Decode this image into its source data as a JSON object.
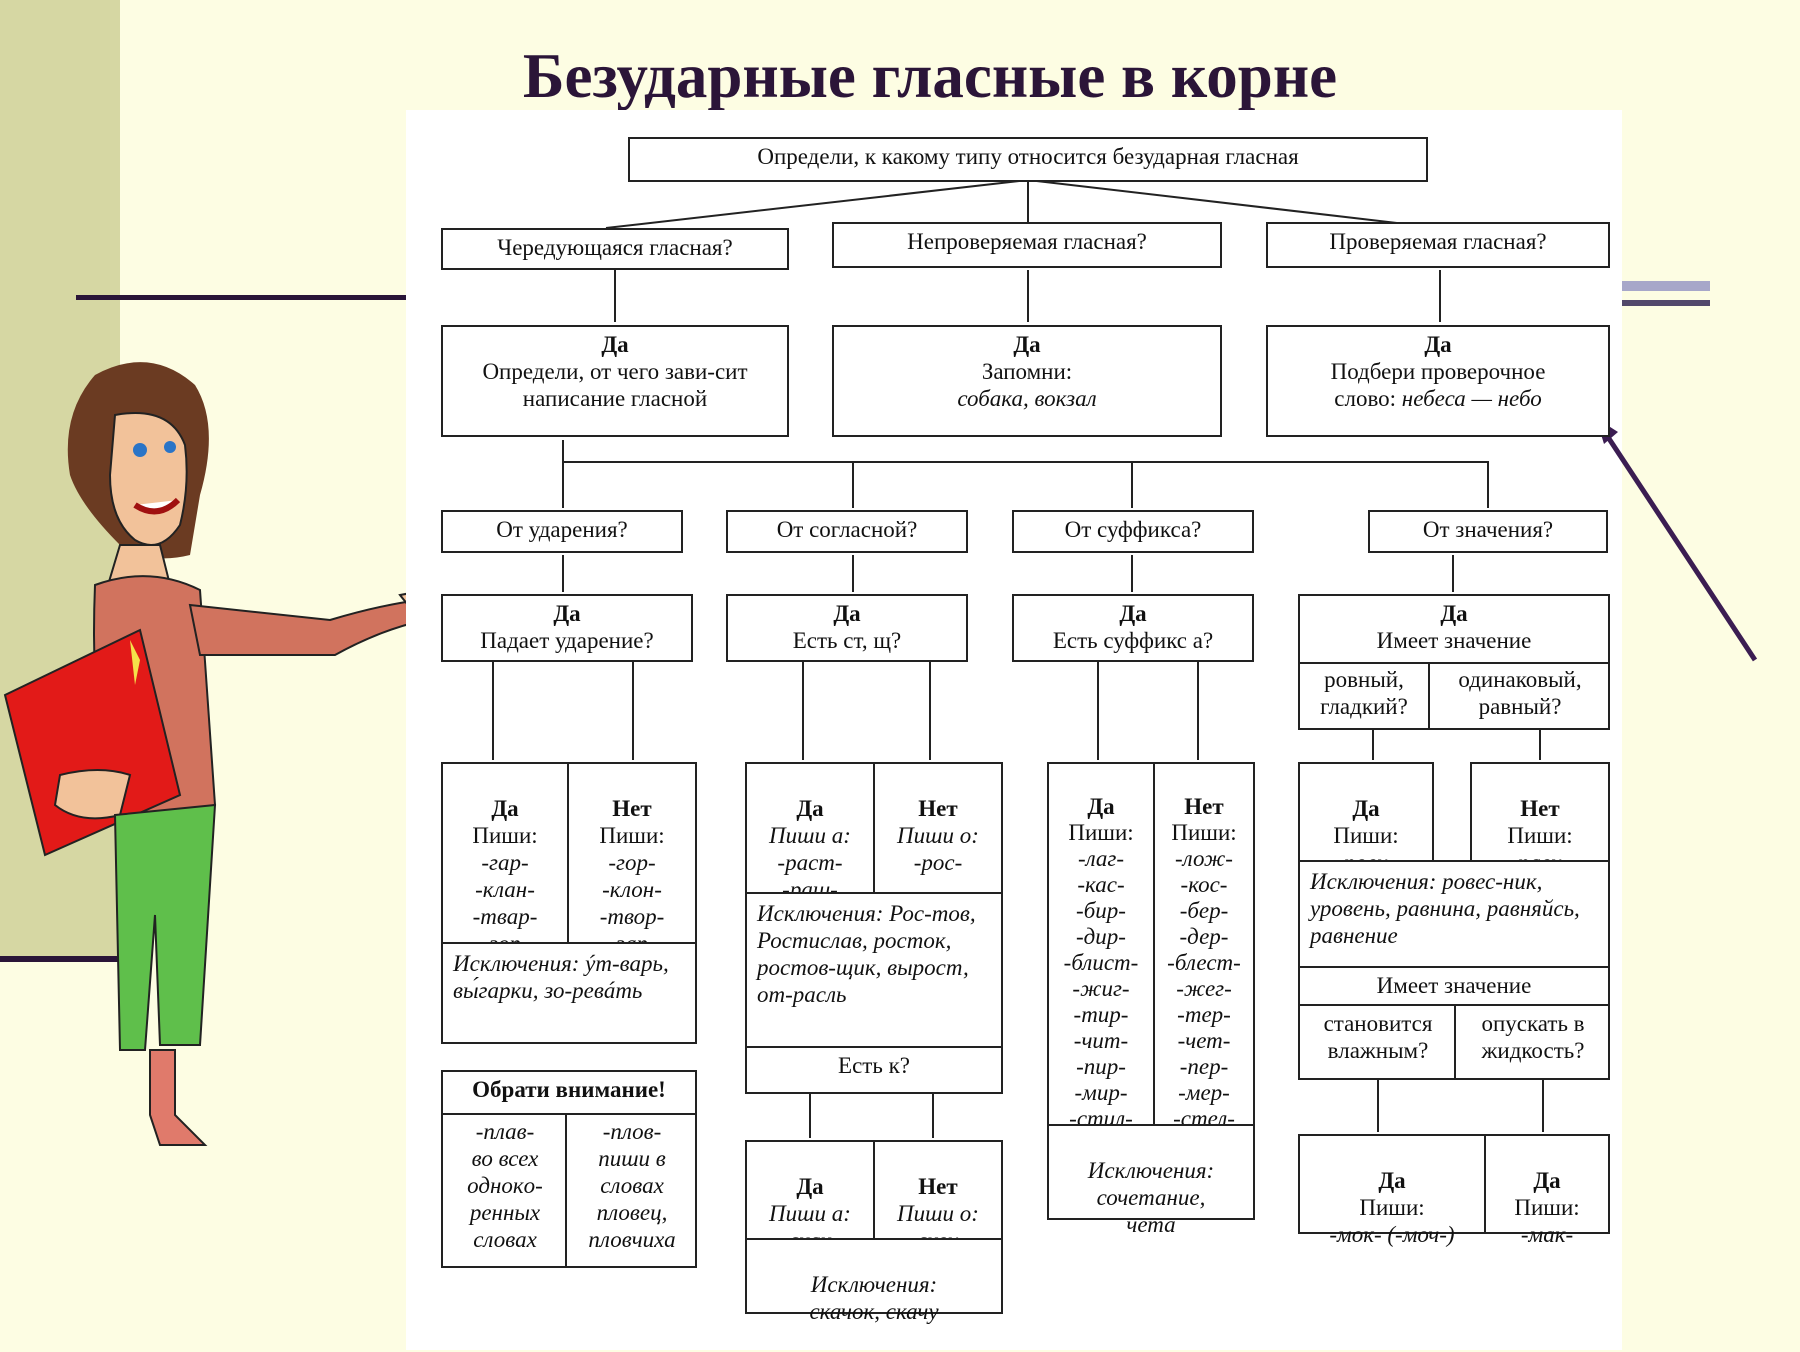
{
  "title": "Безударные гласные в корне",
  "top": "Определи, к какому типу относится безударная гласная",
  "q": {
    "alt": "Чередующаяся гласная?",
    "unchk": "Непроверяемая гласная?",
    "chk": "Проверяемая гласная?"
  },
  "alt_yes": {
    "yes": "Да",
    "text": "Определи, от чего зави-сит написание гласной"
  },
  "unchk_yes": {
    "yes": "Да",
    "label": "Запомни:",
    "ex": "собака, вокзал"
  },
  "chk_yes": {
    "yes": "Да",
    "label": "Подбери проверочное",
    "ex_lbl": "слово:",
    "ex": "небеса — небо"
  },
  "dep": {
    "stress": "От ударения?",
    "cons": "От согласной?",
    "suff": "От суффикса?",
    "mean": "От значения?"
  },
  "stress_q": {
    "yes": "Да",
    "q": "Падает ударение?"
  },
  "cons_q": {
    "yes": "Да",
    "q": "Есть ст, щ?"
  },
  "suff_q": {
    "yes": "Да",
    "q": "Есть суффикс а?"
  },
  "mean_q": {
    "yes": "Да",
    "q": "Имеет значение",
    "a": "ровный, гладкий?",
    "b": "одинаковый, равный?"
  },
  "stress_yes": {
    "h": "Да",
    "w": "Пиши:",
    "r": "-гар-\n-клан-\n-твар-\n-зор-"
  },
  "stress_no": {
    "h": "Нет",
    "w": "Пиши:",
    "r": "-гор-\n-клон-\n-твор-\n-зар-"
  },
  "stress_exc": "Исключения: ýт-варь, вы́гарки, зо-ревáть",
  "attention": {
    "h": "Обрати внимание!",
    "a": "-плав-\nво всех\nоднокo-\nренных\nсловах",
    "b": "-плов-\nпиши в\nсловах\nпловец,\nпловчиха"
  },
  "cons_yes": {
    "h": "Да",
    "w": "Пиши а:",
    "r": "-раст-\n-ращ-"
  },
  "cons_no": {
    "h": "Нет",
    "w": "Пиши о:",
    "r": "-рос-"
  },
  "cons_exc": "Исключения: Рос-тов, Ростислав, росток, ростов-щик, вырост, от-расль",
  "k_q": "Есть к?",
  "k_yes": {
    "h": "Да",
    "w": "Пиши а:",
    "r": "-скак-"
  },
  "k_no": {
    "h": "Нет",
    "w": "Пиши о:",
    "r": "-скоч-"
  },
  "k_exc": "Исключения:\nскачок, скачу",
  "suff_yes": {
    "h": "Да",
    "w": "Пиши:",
    "r": "-лаг-\n-кас-\n-бир-\n-дир-\n-блист-\n-жиг-\n-тир-\n-чит-\n-пир-\n-мир-\n-стил-"
  },
  "suff_no": {
    "h": "Нет",
    "w": "Пиши:",
    "r": "-лож-\n-кос-\n-бер-\n-дер-\n-блест-\n-жег-\n-тер-\n-чет-\n-пер-\n-мер-\n-стел-"
  },
  "suff_exc": "Исключения:\nсочетание,\nчета",
  "mean_yes": {
    "h": "Да",
    "w": "Пиши:",
    "r": "-ровн-"
  },
  "mean_no": {
    "h": "Нет",
    "w": "Пиши:",
    "r": "-равн-"
  },
  "mean_exc": "Исключения: ровес-ник, уровень, равнина, равняйсь, равнение",
  "mean2": {
    "q": "Имеет значение",
    "a": "становится влажным?",
    "b": "опускать в жидкость?"
  },
  "mean2_yes": {
    "h": "Да",
    "w": "Пиши:",
    "r": "-мок- (-моч-)"
  },
  "mean2_yes2": {
    "h": "Да",
    "w": "Пиши:",
    "r": "-мак-"
  },
  "colors": {
    "sidebar": "#d6d7a3",
    "background": "#fdfde3",
    "title": "#2b1538",
    "pointer": "#3b1d52"
  }
}
